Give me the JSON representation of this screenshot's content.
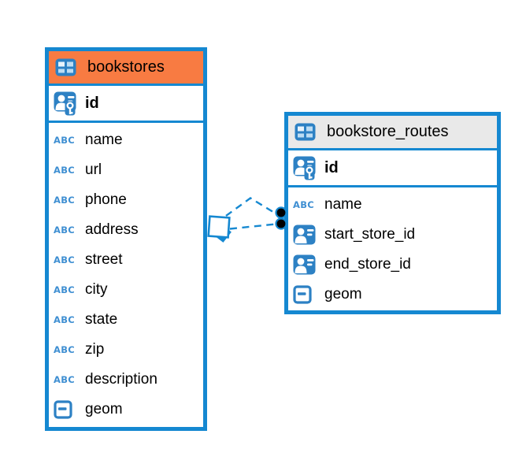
{
  "colors": {
    "table_border": "#1588d1",
    "bookstores_header_bg": "#f87b42",
    "routes_header_bg": "#e9e9e9",
    "icon_blue": "#2d81c4",
    "type_label_blue": "#3f8fd2",
    "relationship_line": "#1789d1",
    "endpoint_dot_fill": "#000000",
    "canvas_bg": "#ffffff",
    "text_color": "#000000"
  },
  "type_icons": {
    "text_label": "ABC"
  },
  "tables": [
    {
      "name": "bookstores",
      "primary_key": "id",
      "columns": [
        {
          "name": "name",
          "type": "text"
        },
        {
          "name": "url",
          "type": "text"
        },
        {
          "name": "phone",
          "type": "text"
        },
        {
          "name": "address",
          "type": "text"
        },
        {
          "name": "street",
          "type": "text"
        },
        {
          "name": "city",
          "type": "text"
        },
        {
          "name": "state",
          "type": "text"
        },
        {
          "name": "zip",
          "type": "text"
        },
        {
          "name": "description",
          "type": "text"
        },
        {
          "name": "geom",
          "type": "geometry"
        }
      ]
    },
    {
      "name": "bookstore_routes",
      "primary_key": "id",
      "columns": [
        {
          "name": "name",
          "type": "text"
        },
        {
          "name": "start_store_id",
          "type": "reference"
        },
        {
          "name": "end_store_id",
          "type": "reference"
        },
        {
          "name": "geom",
          "type": "geometry"
        }
      ]
    }
  ],
  "relationships": [
    {
      "from_table": "bookstores",
      "to_table": "bookstore_routes",
      "from_endpoint": "diamond",
      "to_endpoint": "dot",
      "line_style": "dashed"
    },
    {
      "from_table": "bookstores",
      "to_table": "bookstore_routes",
      "from_endpoint": "diamond",
      "to_endpoint": "dot",
      "line_style": "dashed"
    }
  ]
}
